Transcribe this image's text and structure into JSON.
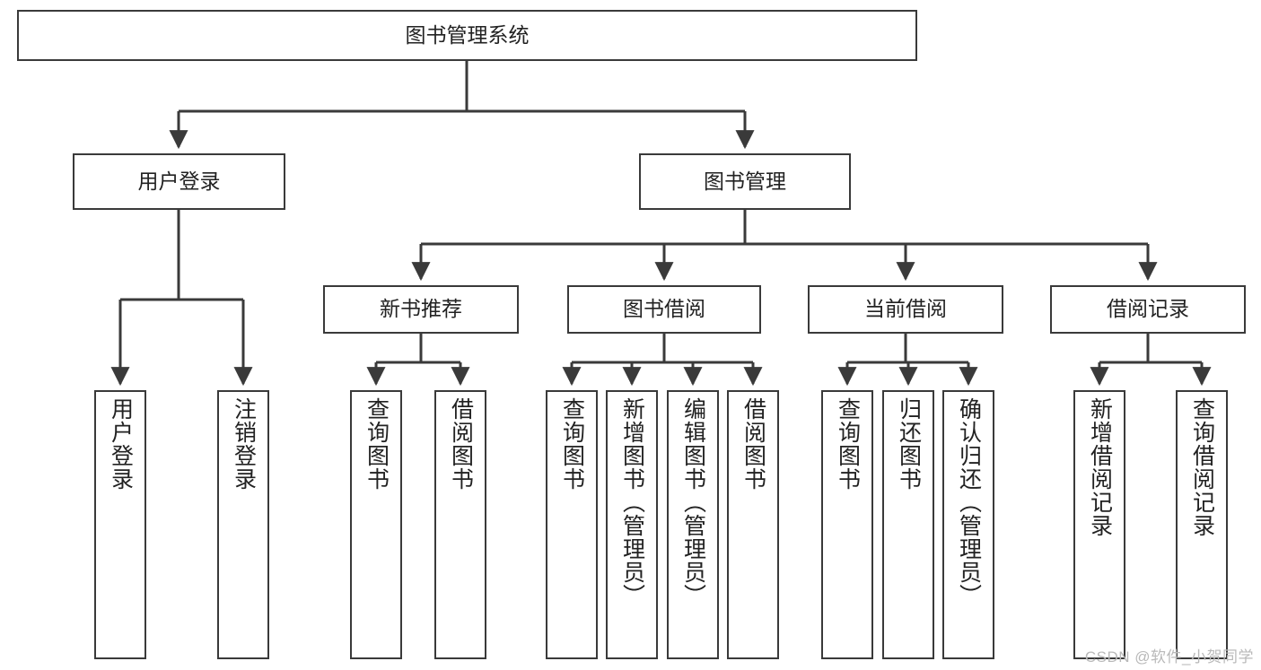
{
  "diagram": {
    "title_node": {
      "label": "图书管理系统"
    },
    "level2": [
      {
        "id": "user-login",
        "label": "用户登录"
      },
      {
        "id": "book-manage",
        "label": "图书管理"
      }
    ],
    "level3": [
      {
        "id": "new-book-recommend",
        "label": "新书推荐"
      },
      {
        "id": "book-borrow",
        "label": "图书借阅"
      },
      {
        "id": "current-borrow",
        "label": "当前借阅"
      },
      {
        "id": "borrow-record",
        "label": "借阅记录"
      }
    ],
    "leaves": [
      {
        "id": "leaf-user-login",
        "label": "用户登录"
      },
      {
        "id": "leaf-user-logout",
        "label": "注销登录"
      },
      {
        "id": "leaf-query-book-1",
        "label": "查询图书"
      },
      {
        "id": "leaf-borrow-book-1",
        "label": "借阅图书"
      },
      {
        "id": "leaf-query-book-2",
        "label": "查询图书"
      },
      {
        "id": "leaf-add-book",
        "label": "新增图书（管理员）"
      },
      {
        "id": "leaf-edit-book",
        "label": "编辑图书（管理员）"
      },
      {
        "id": "leaf-borrow-book-2",
        "label": "借阅图书"
      },
      {
        "id": "leaf-query-book-3",
        "label": "查询图书"
      },
      {
        "id": "leaf-return-book",
        "label": "归还图书"
      },
      {
        "id": "leaf-confirm-return",
        "label": "确认归还（管理员）"
      },
      {
        "id": "leaf-add-record",
        "label": "新增借阅记录"
      },
      {
        "id": "leaf-query-record",
        "label": "查询借阅记录"
      }
    ]
  },
  "watermark": {
    "text": "CSDN @软件_小贺同学"
  },
  "colors": {
    "stroke": "#3a3a3a",
    "background": "#ffffff",
    "text": "#222222",
    "watermark": "#b9b9b9"
  }
}
